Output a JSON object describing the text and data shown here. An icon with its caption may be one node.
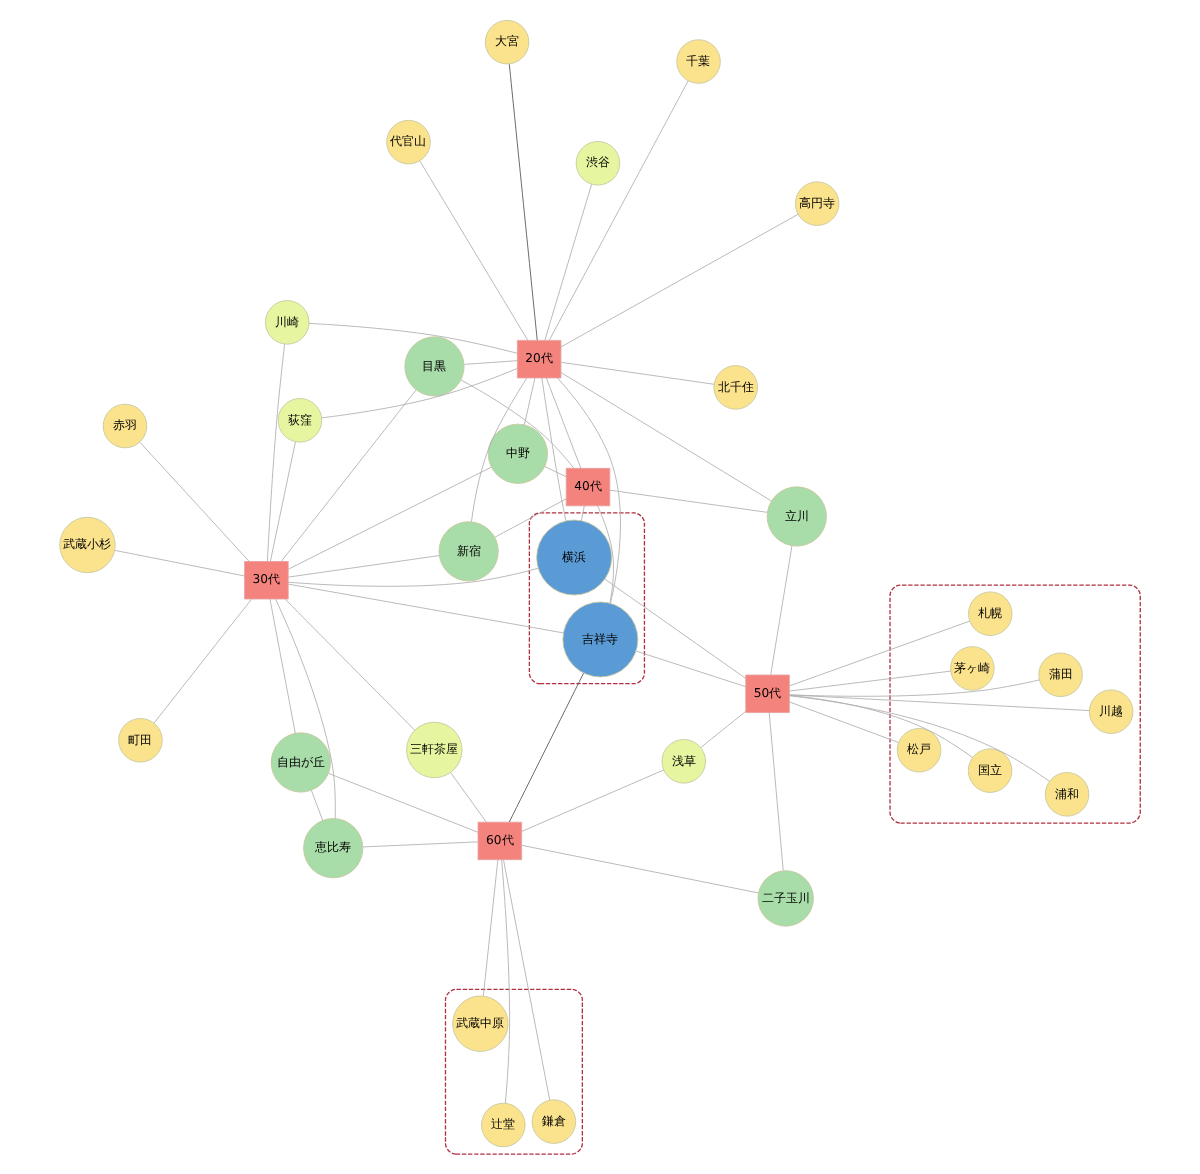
{
  "diagram": {
    "nodes": [
      {
        "text": [],
        "shape": "ellipse"
      },
      {
        "text": [
          "鎌倉"
        ],
        "in": 0
      },
      {
        "text": [
          "武蔵中原"
        ],
        "in": 0
      },
      {
        "text": [
          "辻堂"
        ],
        "in": 0
      },
      {
        "text": [
          "赤羽"
        ]
      },
      {
        "text": [
          "三軒茶屋"
        ]
      },
      {
        "text": [
          "武蔵小杉"
        ]
      },
      {
        "text": [
          "60代"
        ]
      },
      {
        "text": [
          "恵比寿"
        ]
      },
      {
        "text": [
          "町田"
        ]
      },
      {
        "text": [
          "30代"
        ]
      },
      {
        "text": [
          "浅草"
        ]
      },
      {
        "text": [
          "自由が丘"
        ]
      },
      {
        "text": [
          "目黒"
        ]
      },
      {
        "text": [],
        "shape": "ellipse"
      },
      {
        "text": [
          "吉祥寺"
        ],
        "in": 14
      },
      {
        "text": [
          "横浜"
        ],
        "in": 14
      },
      {
        "text": [],
        "shape": "ellipse"
      },
      {
        "text": [
          "蒲田"
        ],
        "in": 17
      },
      {
        "text": [
          "札幌"
        ],
        "in": 17
      },
      {
        "text": [
          "国立"
        ],
        "in": 17
      },
      {
        "text": [
          "茅ヶ崎"
        ],
        "in": 17
      },
      {
        "text": [
          "松戸"
        ],
        "in": 17
      },
      {
        "text": [
          "浦和"
        ],
        "in": 17
      },
      {
        "text": [
          "川越"
        ],
        "in": 17
      },
      {
        "text": [
          "川崎"
        ]
      },
      {
        "text": [
          "新宿"
        ]
      },
      {
        "text": [
          "二子玉川"
        ]
      },
      {
        "text": [
          "荻窪"
        ]
      },
      {
        "text": [
          "中野"
        ]
      },
      {
        "text": [
          "40代"
        ]
      },
      {
        "text": [
          "50代"
        ]
      },
      {
        "text": [
          "20代"
        ]
      },
      {
        "text": [
          "千葉"
        ]
      },
      {
        "text": [
          "立川"
        ]
      },
      {
        "text": [
          "代官山"
        ]
      },
      {
        "text": [
          "渋谷"
        ]
      },
      {
        "text": [
          "大宮"
        ]
      },
      {
        "text": [
          "北千住"
        ]
      },
      {
        "text": [
          "高円寺"
        ]
      }
    ],
    "edges": [
      {
        "from": 10,
        "to": 4,
        "arrow": "none"
      },
      {
        "from": 10,
        "to": 6,
        "arrow": "none"
      },
      {
        "from": 10,
        "to": 9,
        "arrow": "none"
      },
      {
        "from": 10,
        "to": 5,
        "arrow": "none"
      },
      {
        "from": 10,
        "to": 8,
        "arrow": "none"
      },
      {
        "from": 10,
        "to": 12,
        "arrow": "none"
      },
      {
        "from": 10,
        "to": 13,
        "arrow": "none"
      },
      {
        "from": 10,
        "to": 15,
        "arrow": "none"
      },
      {
        "from": 10,
        "to": 16,
        "arrow": "none"
      },
      {
        "from": 10,
        "to": 25,
        "arrow": "none"
      },
      {
        "from": 10,
        "to": 28,
        "arrow": "none"
      },
      {
        "from": 10,
        "to": 26,
        "arrow": "none"
      },
      {
        "from": 10,
        "to": 29,
        "arrow": "none"
      },
      {
        "from": 7,
        "to": 1,
        "arrow": "none"
      },
      {
        "from": 7,
        "to": 2,
        "arrow": "none"
      },
      {
        "from": 7,
        "to": 3,
        "arrow": "none"
      },
      {
        "from": 7,
        "to": 11,
        "arrow": "none"
      },
      {
        "from": 7,
        "to": 8,
        "arrow": "none"
      },
      {
        "from": 7,
        "to": 12,
        "arrow": "none"
      },
      {
        "from": 7,
        "to": 15,
        "arrow": "none",
        "color": "#555555"
      },
      {
        "from": 7,
        "to": 27,
        "arrow": "none"
      },
      {
        "from": 7,
        "to": 5,
        "arrow": "none"
      },
      {
        "from": 8,
        "to": 12,
        "arrow": "none"
      },
      {
        "from": 30,
        "to": 13,
        "arrow": "none"
      },
      {
        "from": 30,
        "to": 26,
        "arrow": "none"
      },
      {
        "from": 30,
        "to": 29,
        "arrow": "none"
      },
      {
        "from": 30,
        "to": 15,
        "arrow": "none"
      },
      {
        "from": 30,
        "to": 16,
        "arrow": "none"
      },
      {
        "from": 30,
        "to": 34,
        "arrow": "none"
      },
      {
        "from": 30,
        "to": 32,
        "arrow": "none"
      },
      {
        "from": 32,
        "to": 13,
        "arrow": "none"
      },
      {
        "from": 32,
        "to": 26,
        "arrow": "none"
      },
      {
        "from": 32,
        "to": 29,
        "arrow": "none"
      },
      {
        "from": 32,
        "to": 28,
        "arrow": "none"
      },
      {
        "from": 32,
        "to": 25,
        "arrow": "none"
      },
      {
        "from": 32,
        "to": 33,
        "arrow": "none"
      },
      {
        "from": 32,
        "to": 35,
        "arrow": "none"
      },
      {
        "from": 32,
        "to": 36,
        "arrow": "none"
      },
      {
        "from": 32,
        "to": 37,
        "arrow": "none",
        "color": "#555555"
      },
      {
        "from": 32,
        "to": 38,
        "arrow": "none"
      },
      {
        "from": 32,
        "to": 39,
        "arrow": "none"
      },
      {
        "from": 32,
        "to": 15,
        "arrow": "none"
      },
      {
        "from": 32,
        "to": 16,
        "arrow": "none"
      },
      {
        "from": 32,
        "to": 34,
        "arrow": "none"
      },
      {
        "from": 31,
        "to": 11,
        "arrow": "none"
      },
      {
        "from": 31,
        "to": 18,
        "arrow": "none"
      },
      {
        "from": 31,
        "to": 19,
        "arrow": "none"
      },
      {
        "from": 31,
        "to": 20,
        "arrow": "none"
      },
      {
        "from": 31,
        "to": 21,
        "arrow": "none"
      },
      {
        "from": 31,
        "to": 22,
        "arrow": "none"
      },
      {
        "from": 31,
        "to": 23,
        "arrow": "none"
      },
      {
        "from": 31,
        "to": 24,
        "arrow": "none"
      },
      {
        "from": 31,
        "to": 34,
        "arrow": "none"
      },
      {
        "from": 31,
        "to": 27,
        "arrow": "none"
      },
      {
        "from": 31,
        "to": 15,
        "arrow": "none"
      },
      {
        "from": 31,
        "to": 16,
        "arrow": "none"
      }
    ]
  }
}
